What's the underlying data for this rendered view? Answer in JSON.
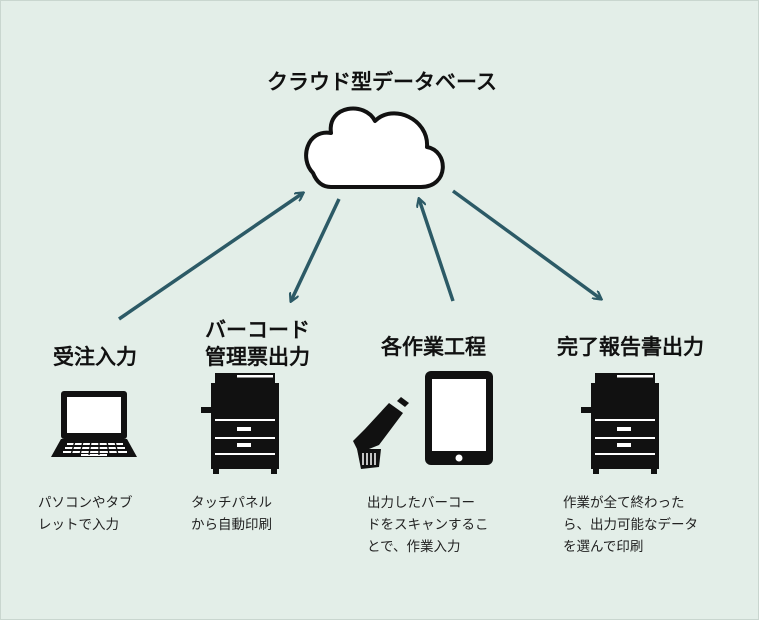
{
  "cloud": {
    "label": "クラウド型データベース"
  },
  "nodes": [
    {
      "title_lines": [
        "受注入力"
      ],
      "desc_lines": [
        "パソコンやタブ",
        "レットで入力"
      ],
      "icon": "laptop-icon"
    },
    {
      "title_lines": [
        "バーコード",
        "管理票出力"
      ],
      "desc_lines": [
        "タッチパネル",
        "から自動印刷"
      ],
      "icon": "printer-icon"
    },
    {
      "title_lines": [
        "各作業工程"
      ],
      "desc_lines": [
        "出力したバーコー",
        "ドをスキャンするこ",
        "とで、作業入力"
      ],
      "icon": "barcode-scanner-tablet-icon"
    },
    {
      "title_lines": [
        "完了報告書出力"
      ],
      "desc_lines": [
        "作業が全て終わった",
        "ら、出力可能なデータ",
        "を選んで印刷"
      ],
      "icon": "printer-icon"
    }
  ],
  "colors": {
    "background": "#e3eee8",
    "arrow": "#2c5a66",
    "icon": "#111111"
  }
}
